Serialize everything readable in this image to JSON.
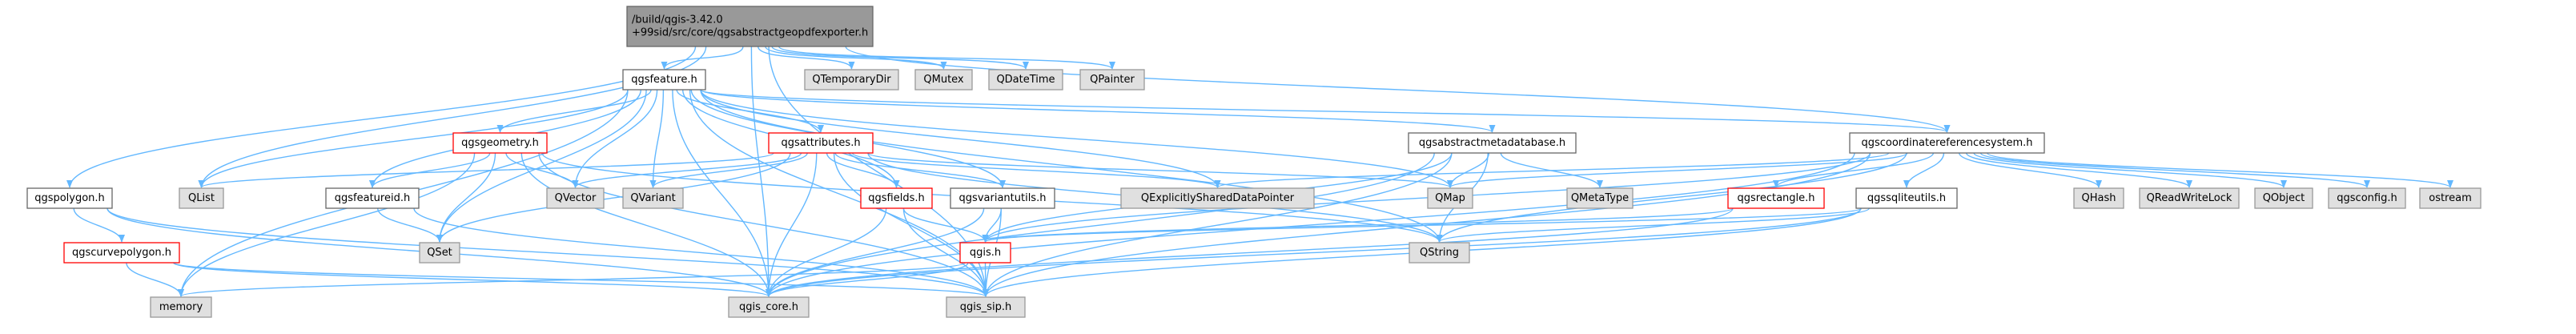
{
  "graph": {
    "root_label": "/build/qgis-3.42.0+99sid/src/core/qgsabstractgeopdfexporter.h",
    "colors": {
      "root_fill": "#999999",
      "root_stroke": "#666666",
      "normal_fill": "#ffffff",
      "normal_stroke": "#666666",
      "external_fill": "#e0e0e0",
      "external_stroke": "#999999",
      "highlight_stroke": "#ff0000",
      "edge": "#63B8FF",
      "arrow": "#63B8FF"
    },
    "nodes": [
      {
        "id": "root",
        "lines": [
          "/build/qgis-3.42.0",
          "+99sid/src/core/qgsabstractgeopdfexporter.h"
        ],
        "style": "root"
      },
      {
        "id": "qgsfeature",
        "lines": [
          "qgsfeature.h"
        ],
        "style": "normal"
      },
      {
        "id": "qtemporarydir",
        "lines": [
          "QTemporaryDir"
        ],
        "style": "external"
      },
      {
        "id": "qmutex",
        "lines": [
          "QMutex"
        ],
        "style": "external"
      },
      {
        "id": "qdatetime",
        "lines": [
          "QDateTime"
        ],
        "style": "external"
      },
      {
        "id": "qpainter",
        "lines": [
          "QPainter"
        ],
        "style": "external"
      },
      {
        "id": "qgsgeometry",
        "lines": [
          "qgsgeometry.h"
        ],
        "style": "highlight"
      },
      {
        "id": "qgsattributes",
        "lines": [
          "qgsattributes.h"
        ],
        "style": "highlight"
      },
      {
        "id": "qgsabstractmetadatabase",
        "lines": [
          "qgsabstractmetadatabase.h"
        ],
        "style": "normal"
      },
      {
        "id": "qgscoordinatereferencesystem",
        "lines": [
          "qgscoordinatereferencesystem.h"
        ],
        "style": "normal"
      },
      {
        "id": "qgspolygon",
        "lines": [
          "qgspolygon.h"
        ],
        "style": "normal"
      },
      {
        "id": "qlist",
        "lines": [
          "QList"
        ],
        "style": "external"
      },
      {
        "id": "qgsfeatureid",
        "lines": [
          "qgsfeatureid.h"
        ],
        "style": "normal"
      },
      {
        "id": "qvector",
        "lines": [
          "QVector"
        ],
        "style": "external"
      },
      {
        "id": "qvariant",
        "lines": [
          "QVariant"
        ],
        "style": "external"
      },
      {
        "id": "qgsfields",
        "lines": [
          "qgsfields.h"
        ],
        "style": "highlight"
      },
      {
        "id": "qgsvariantutils",
        "lines": [
          "qgsvariantutils.h"
        ],
        "style": "normal"
      },
      {
        "id": "qexplicitly",
        "lines": [
          "QExplicitlySharedDataPointer"
        ],
        "style": "external"
      },
      {
        "id": "qmap",
        "lines": [
          "QMap"
        ],
        "style": "external"
      },
      {
        "id": "qmetatype",
        "lines": [
          "QMetaType"
        ],
        "style": "external"
      },
      {
        "id": "qgsrectangle",
        "lines": [
          "qgsrectangle.h"
        ],
        "style": "highlight"
      },
      {
        "id": "qgssqliteutils",
        "lines": [
          "qgssqliteutils.h"
        ],
        "style": "normal"
      },
      {
        "id": "qhash",
        "lines": [
          "QHash"
        ],
        "style": "external"
      },
      {
        "id": "qreadwritelock",
        "lines": [
          "QReadWriteLock"
        ],
        "style": "external"
      },
      {
        "id": "qobject",
        "lines": [
          "QObject"
        ],
        "style": "external"
      },
      {
        "id": "qgsconfig",
        "lines": [
          "qgsconfig.h"
        ],
        "style": "external"
      },
      {
        "id": "ostream",
        "lines": [
          "ostream"
        ],
        "style": "external"
      },
      {
        "id": "qgscurvepolygon",
        "lines": [
          "qgscurvepolygon.h"
        ],
        "style": "highlight"
      },
      {
        "id": "qset",
        "lines": [
          "QSet"
        ],
        "style": "external"
      },
      {
        "id": "qgis",
        "lines": [
          "qgis.h"
        ],
        "style": "highlight"
      },
      {
        "id": "qstring",
        "lines": [
          "QString"
        ],
        "style": "external"
      },
      {
        "id": "memory",
        "lines": [
          "memory"
        ],
        "style": "external"
      },
      {
        "id": "qgis_core",
        "lines": [
          "qgis_core.h"
        ],
        "style": "external"
      },
      {
        "id": "qgis_sip",
        "lines": [
          "qgis_sip.h"
        ],
        "style": "external"
      }
    ],
    "edges": [
      [
        "root",
        "qgsfeature"
      ],
      [
        "root",
        "qtemporarydir"
      ],
      [
        "root",
        "qmutex"
      ],
      [
        "root",
        "qdatetime"
      ],
      [
        "root",
        "qpainter"
      ],
      [
        "root",
        "qgspolygon"
      ],
      [
        "root",
        "qlist"
      ],
      [
        "root",
        "qgscoordinatereferencesystem"
      ],
      [
        "root",
        "qgis_core"
      ],
      [
        "root",
        "qgis_sip"
      ],
      [
        "qgsfeature",
        "qgsgeometry"
      ],
      [
        "qgsfeature",
        "qgsattributes"
      ],
      [
        "qgsfeature",
        "qgsabstractmetadatabase"
      ],
      [
        "qgsfeature",
        "qgscoordinatereferencesystem"
      ],
      [
        "qgsfeature",
        "qlist"
      ],
      [
        "qgsfeature",
        "qvector"
      ],
      [
        "qgsfeature",
        "qvariant"
      ],
      [
        "qgsfeature",
        "qgsfeatureid"
      ],
      [
        "qgsfeature",
        "qgsfields"
      ],
      [
        "qgsfeature",
        "qgsvariantutils"
      ],
      [
        "qgsfeature",
        "qexplicitly"
      ],
      [
        "qgsfeature",
        "qmap"
      ],
      [
        "qgsfeature",
        "qset"
      ],
      [
        "qgsfeature",
        "qstring"
      ],
      [
        "qgsfeature",
        "memory"
      ],
      [
        "qgsfeature",
        "qgis_core"
      ],
      [
        "qgsfeature",
        "qgis_sip"
      ],
      [
        "qgsgeometry",
        "qgsfeatureid"
      ],
      [
        "qgsgeometry",
        "qvector"
      ],
      [
        "qgsgeometry",
        "qset"
      ],
      [
        "qgsgeometry",
        "memory"
      ],
      [
        "qgsgeometry",
        "qgis_core"
      ],
      [
        "qgsgeometry",
        "qgis_sip"
      ],
      [
        "qgsgeometry",
        "qstring"
      ],
      [
        "qgsattributes",
        "qlist"
      ],
      [
        "qgsattributes",
        "qvector"
      ],
      [
        "qgsattributes",
        "qvariant"
      ],
      [
        "qgsattributes",
        "qgsfields"
      ],
      [
        "qgsattributes",
        "qgsvariantutils"
      ],
      [
        "qgsattributes",
        "qexplicitly"
      ],
      [
        "qgsattributes",
        "qmap"
      ],
      [
        "qgsattributes",
        "qset"
      ],
      [
        "qgsattributes",
        "qstring"
      ],
      [
        "qgsattributes",
        "qgis_core"
      ],
      [
        "qgsattributes",
        "qgis_sip"
      ],
      [
        "qgsfeatureid",
        "qset"
      ],
      [
        "qgsfeatureid",
        "qgis_sip"
      ],
      [
        "qgsfields",
        "qgis"
      ],
      [
        "qgsfields",
        "qgis_core"
      ],
      [
        "qgsfields",
        "qgis_sip"
      ],
      [
        "qgsvariantutils",
        "qgis"
      ],
      [
        "qgsvariantutils",
        "qgis_core"
      ],
      [
        "qgsvariantutils",
        "qgis_sip"
      ],
      [
        "qgsabstractmetadatabase",
        "qmap"
      ],
      [
        "qgsabstractmetadatabase",
        "qmetatype"
      ],
      [
        "qgsabstractmetadatabase",
        "qstring"
      ],
      [
        "qgsabstractmetadatabase",
        "qgis"
      ],
      [
        "qgsabstractmetadatabase",
        "qgis_core"
      ],
      [
        "qgsabstractmetadatabase",
        "qgis_sip"
      ],
      [
        "qgscoordinatereferencesystem",
        "qgsrectangle"
      ],
      [
        "qgscoordinatereferencesystem",
        "qgssqliteutils"
      ],
      [
        "qgscoordinatereferencesystem",
        "qhash"
      ],
      [
        "qgscoordinatereferencesystem",
        "qreadwritelock"
      ],
      [
        "qgscoordinatereferencesystem",
        "qobject"
      ],
      [
        "qgscoordinatereferencesystem",
        "qgsconfig"
      ],
      [
        "qgscoordinatereferencesystem",
        "ostream"
      ],
      [
        "qgscoordinatereferencesystem",
        "qmap"
      ],
      [
        "qgscoordinatereferencesystem",
        "qexplicitly"
      ],
      [
        "qgscoordinatereferencesystem",
        "qstring"
      ],
      [
        "qgscoordinatereferencesystem",
        "qgis"
      ],
      [
        "qgscoordinatereferencesystem",
        "qgis_core"
      ],
      [
        "qgscoordinatereferencesystem",
        "qgis_sip"
      ],
      [
        "qgsrectangle",
        "qgis"
      ],
      [
        "qgsrectangle",
        "qgis_core"
      ],
      [
        "qgssqliteutils",
        "qstring"
      ],
      [
        "qgssqliteutils",
        "qgis"
      ],
      [
        "qgssqliteutils",
        "qgis_core"
      ],
      [
        "qgssqliteutils",
        "qgis_sip"
      ],
      [
        "qgspolygon",
        "qgscurvepolygon"
      ],
      [
        "qgspolygon",
        "qgis_core"
      ],
      [
        "qgspolygon",
        "qgis_sip"
      ],
      [
        "qgscurvepolygon",
        "memory"
      ],
      [
        "qgscurvepolygon",
        "qgis_core"
      ],
      [
        "qgscurvepolygon",
        "qgis_sip"
      ],
      [
        "qgis",
        "memory"
      ],
      [
        "qgis",
        "qgis_core"
      ],
      [
        "qgis",
        "qgis_sip"
      ]
    ]
  }
}
